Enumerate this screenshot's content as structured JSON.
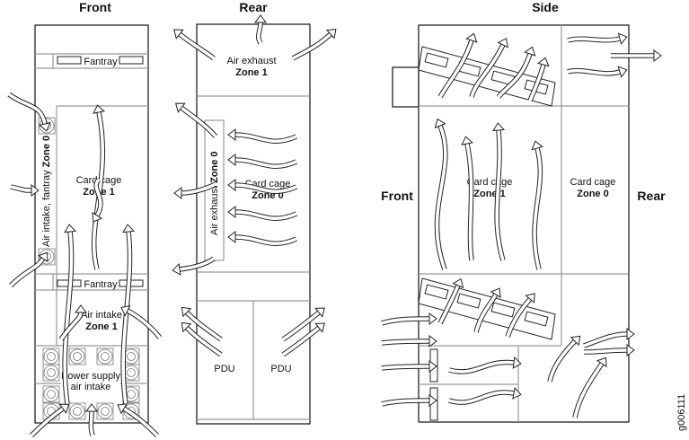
{
  "views": {
    "front": {
      "title": "Front",
      "fantray_top": "Fantray",
      "fantray_bottom": "Fantray",
      "side_intake_label": "Air intake, fantray ",
      "side_intake_zone": "Zone 0",
      "card_cage_label": "Card cage",
      "card_cage_zone": "Zone 1",
      "air_intake_label": "Air intake",
      "air_intake_zone": "Zone 1",
      "power_supply_line1": "Power supply",
      "power_supply_line2": "air intake"
    },
    "rear": {
      "title": "Rear",
      "exhaust_label": "Air exhaust",
      "exhaust_zone": "Zone 1",
      "side_exhaust_label": "Air exhaust ",
      "side_exhaust_zone": "Zone 0",
      "card_cage_label": "Card cage",
      "card_cage_zone": "Zone 0",
      "pdu_left": "PDU",
      "pdu_right": "PDU"
    },
    "side": {
      "title": "Side",
      "front_label": "Front",
      "rear_label": "Rear",
      "card_cage_1_label": "Card cage",
      "card_cage_1_zone": "Zone 1",
      "card_cage_0_label": "Card cage",
      "card_cage_0_zone": "Zone 0"
    }
  },
  "figure_id": "g006111"
}
